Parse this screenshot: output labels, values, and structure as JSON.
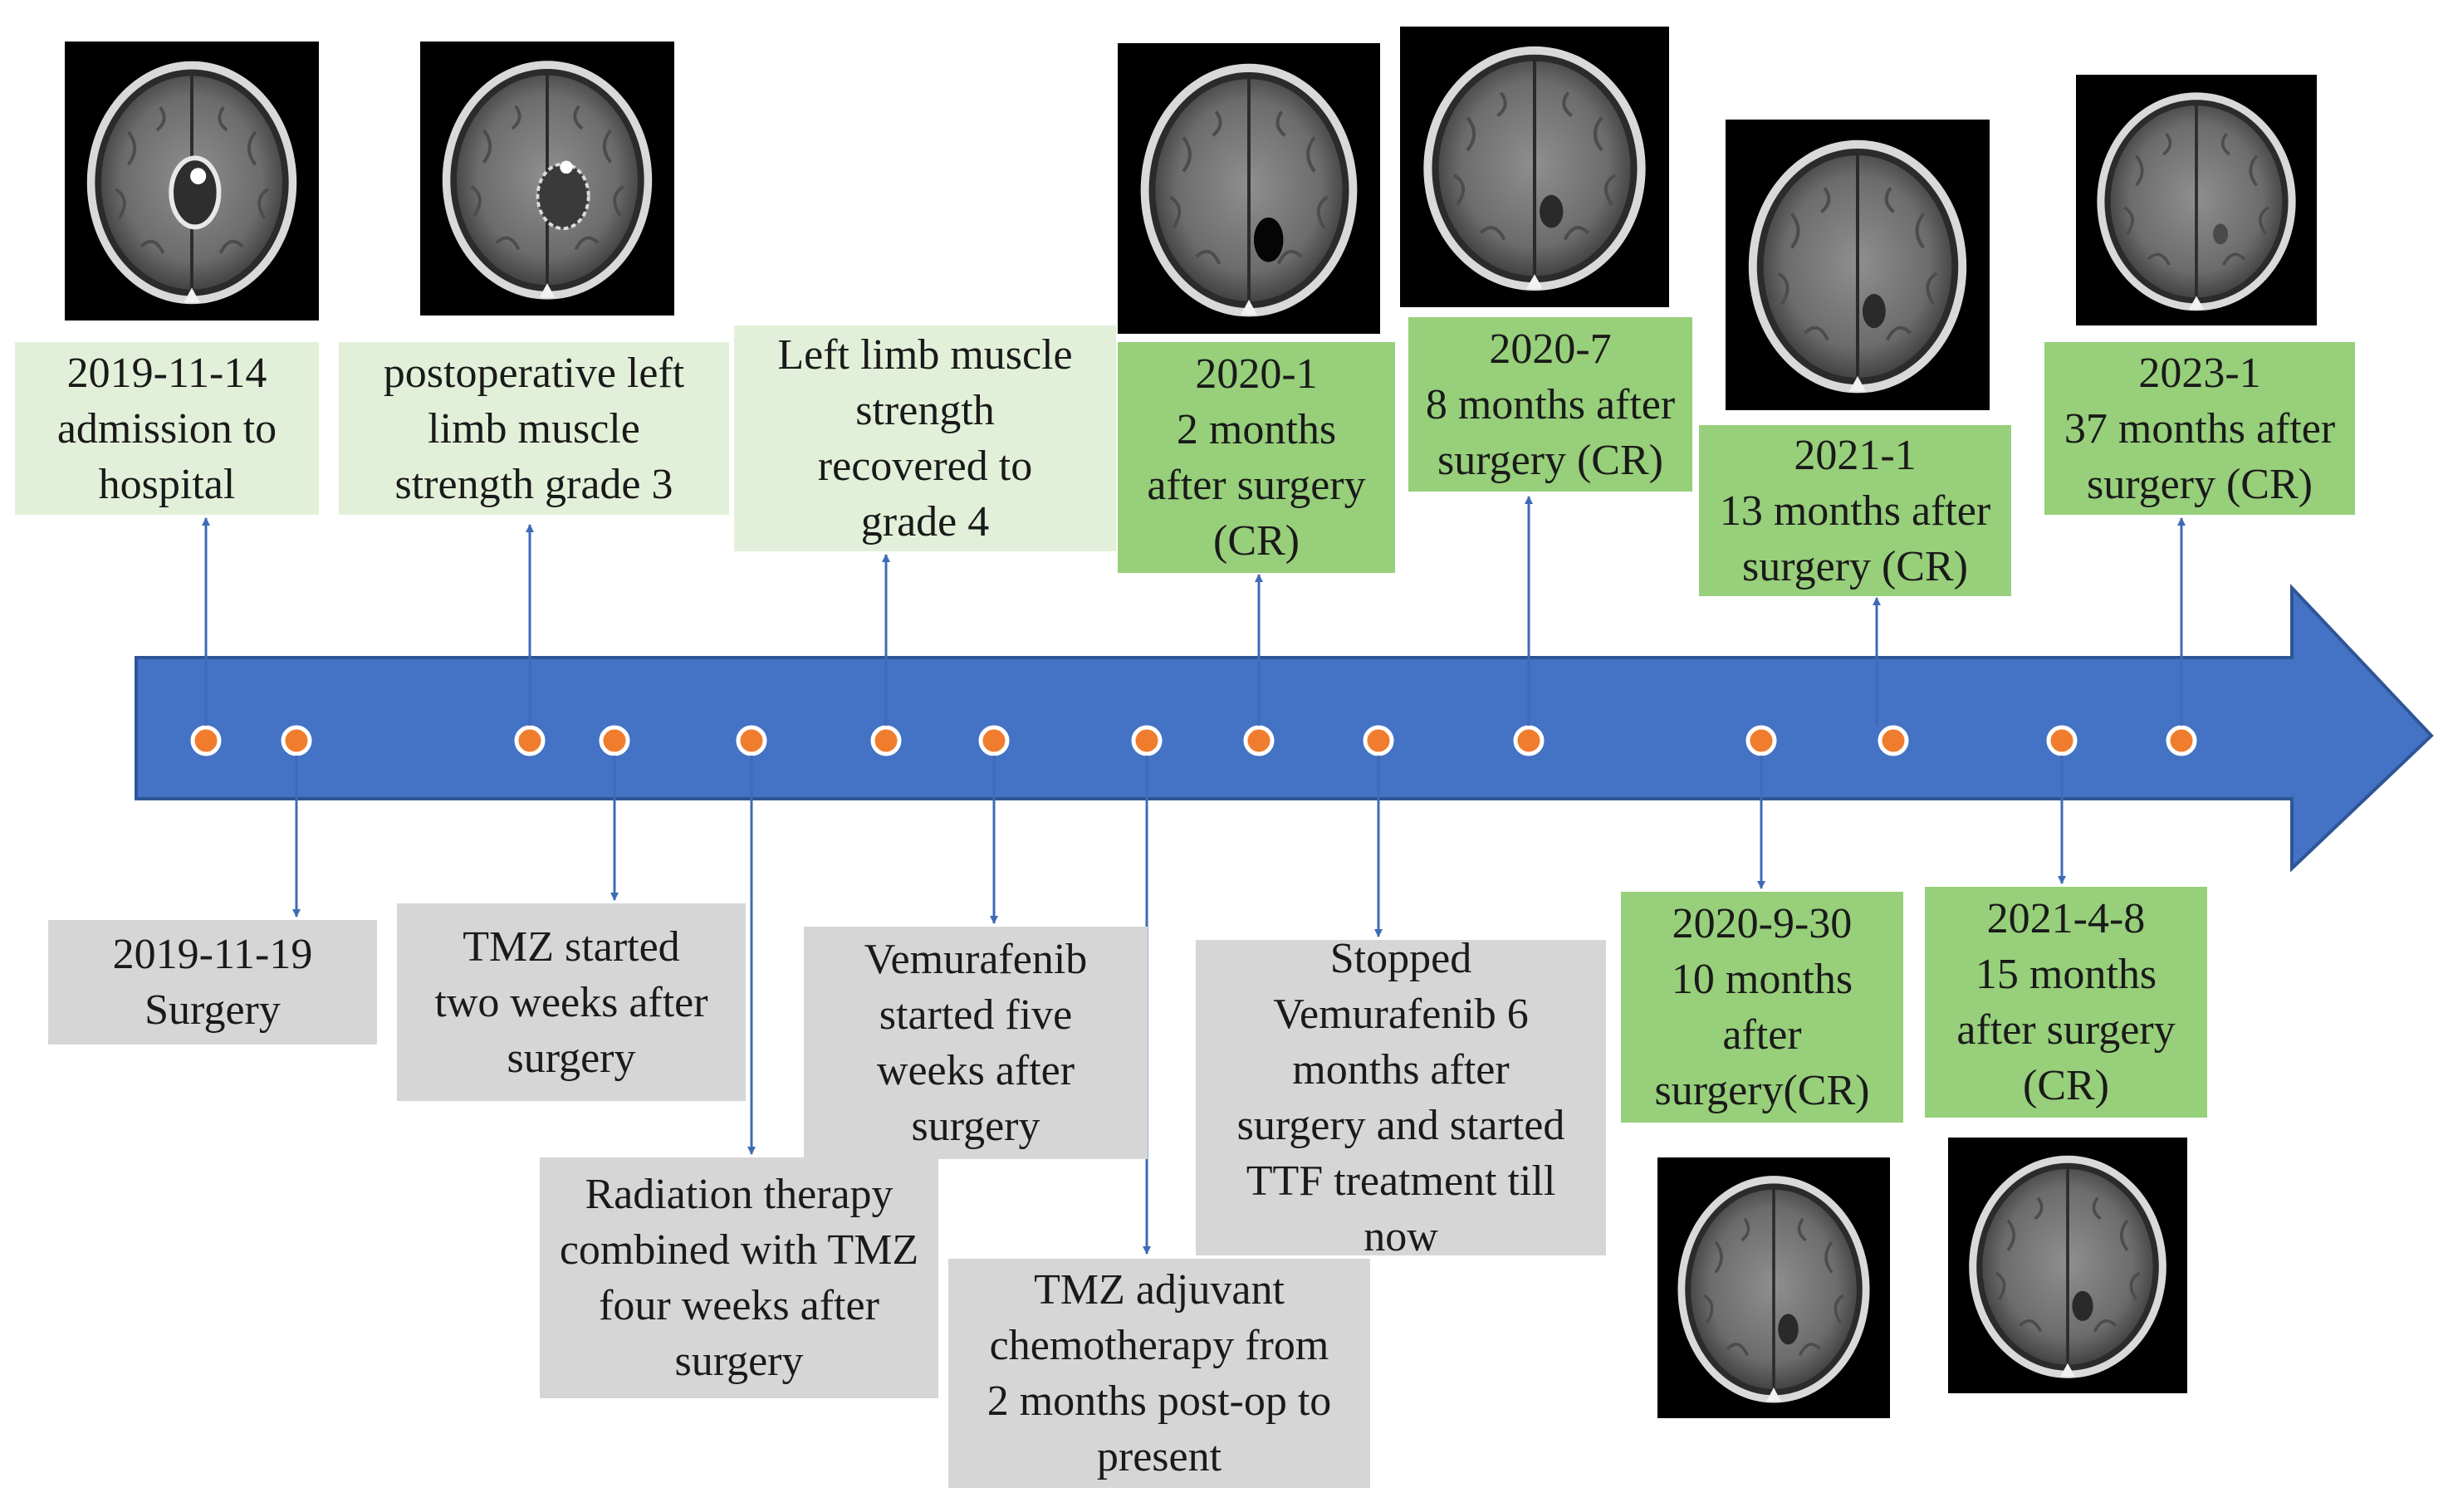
{
  "colors": {
    "arrow_fill": "#4472c4",
    "arrow_edge": "#2f5597",
    "dot_fill": "#f07d2e",
    "dot_ring": "#ffffff",
    "connector": "#3e6bb6",
    "light_box": "#e3f0d9",
    "green_box": "#97cf7a",
    "gray_box": "#d6d6d6"
  },
  "events_above": [
    {
      "id": "admission",
      "text": "2019-11-14\nadmission to\nhospital",
      "style": "light"
    },
    {
      "id": "postop-grade3",
      "text": "postoperative left\nlimb muscle\nstrength grade 3",
      "style": "light"
    },
    {
      "id": "grade4",
      "text": "Left limb muscle\nstrength\nrecovered to\ngrade 4",
      "style": "light"
    },
    {
      "id": "2020-1",
      "text": "2020-1\n2 months\nafter surgery\n(CR)",
      "style": "green"
    },
    {
      "id": "2020-7",
      "text": "2020-7\n8 months after\nsurgery (CR)",
      "style": "green"
    },
    {
      "id": "2021-1",
      "text": "2021-1\n13 months after\nsurgery (CR)",
      "style": "green"
    },
    {
      "id": "2023-1",
      "text": "2023-1\n37 months after\nsurgery (CR)",
      "style": "green"
    }
  ],
  "events_below": [
    {
      "id": "surgery",
      "text": "2019-11-19\nSurgery",
      "style": "gray"
    },
    {
      "id": "tmz-start",
      "text": "TMZ started\ntwo weeks after\nsurgery",
      "style": "gray"
    },
    {
      "id": "radiation",
      "text": "Radiation therapy\ncombined with TMZ\nfour weeks after\nsurgery",
      "style": "gray"
    },
    {
      "id": "vemurafenib",
      "text": "Vemurafenib\nstarted five\nweeks after\nsurgery",
      "style": "gray"
    },
    {
      "id": "tmz-adjuvant",
      "text": "TMZ adjuvant\nchemotherapy from\n2 months post-op to\npresent",
      "style": "gray"
    },
    {
      "id": "ttf",
      "text": "Stopped\nVemurafenib 6\nmonths after\nsurgery and started\nTTF treatment till\nnow",
      "style": "gray"
    },
    {
      "id": "2020-9-30",
      "text": "2020-9-30\n10 months\nafter\nsurgery(CR)",
      "style": "green"
    },
    {
      "id": "2021-4-8",
      "text": "2021-4-8\n15 months\nafter surgery\n(CR)",
      "style": "green"
    }
  ],
  "scans": [
    {
      "id": "scan-2019-11-14",
      "finding": "enhancing-lesion"
    },
    {
      "id": "scan-postop",
      "finding": "resection-cavity-rim"
    },
    {
      "id": "scan-2020-1",
      "finding": "dark-cavity"
    },
    {
      "id": "scan-2020-7",
      "finding": "small-dark-spot"
    },
    {
      "id": "scan-2021-1",
      "finding": "small-dark-spot"
    },
    {
      "id": "scan-2023-1",
      "finding": "faint-spot"
    },
    {
      "id": "scan-2020-9-30",
      "finding": "small-dark-spot"
    },
    {
      "id": "scan-2021-4-8",
      "finding": "small-dark-spot"
    }
  ]
}
